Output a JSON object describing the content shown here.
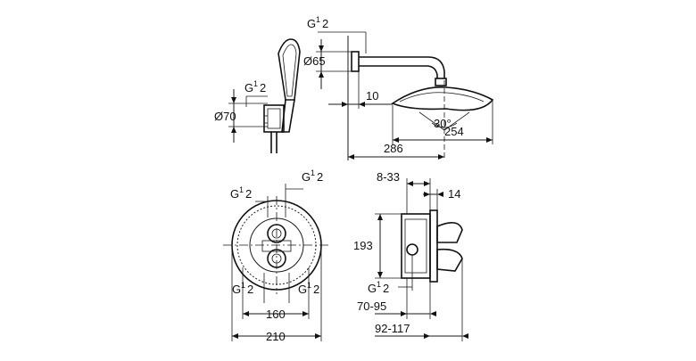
{
  "labels": {
    "g": "G",
    "half_num": "1",
    "half_den": "2",
    "d65": "Ø65",
    "d70": "Ø70",
    "dim_10": "10",
    "dim_30": "30°",
    "dim_254": "254",
    "dim_286": "286",
    "dim_8_33": "8-33",
    "dim_14": "14",
    "dim_193": "193",
    "dim_160": "160",
    "dim_210": "210",
    "dim_70_95": "70-95",
    "dim_92_117": "92-117"
  }
}
